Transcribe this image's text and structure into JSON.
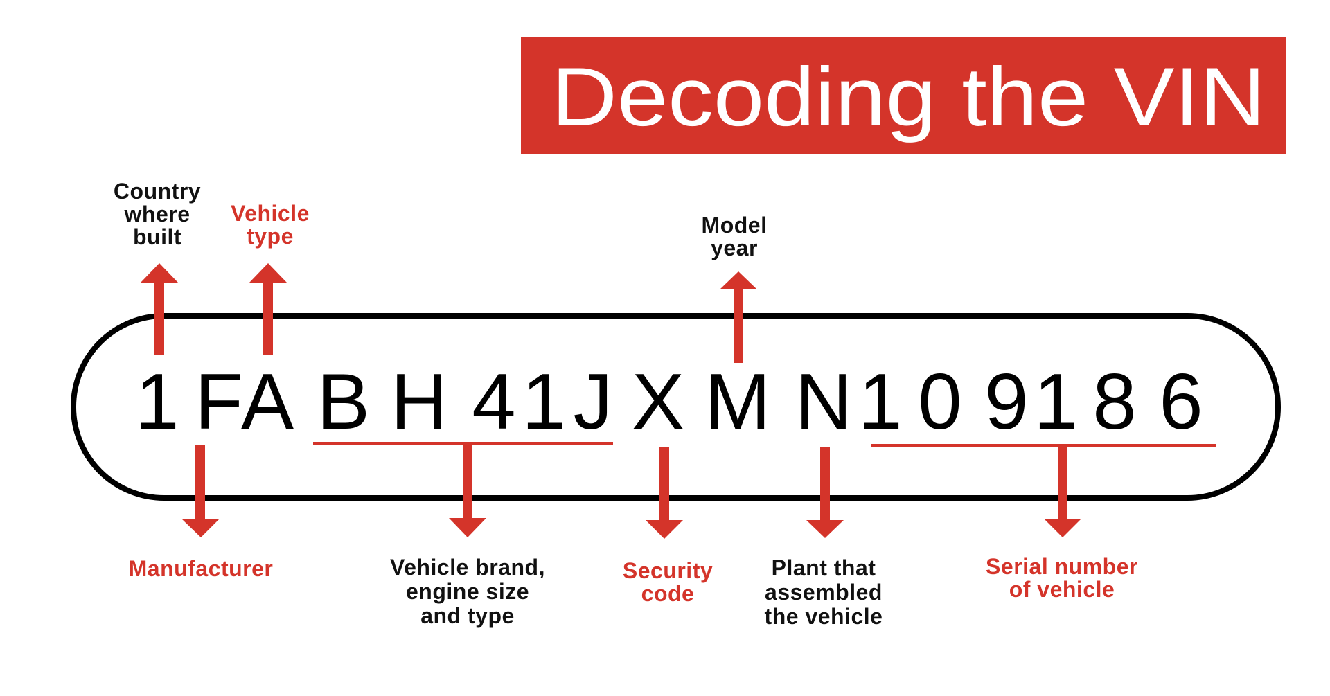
{
  "title": "Decoding the VIN",
  "vin": {
    "full": "1FABH41JXMN109186",
    "chars": [
      "1",
      "F",
      "A",
      "B",
      "H",
      "4",
      "1",
      "J",
      "X",
      "M",
      "N",
      "1",
      "0",
      "9",
      "1",
      "8",
      "6"
    ]
  },
  "labels": {
    "country": [
      "Country",
      "where",
      "built"
    ],
    "vehicle_type": [
      "Vehicle",
      "type"
    ],
    "model_year": [
      "Model",
      "year"
    ],
    "manufacturer": [
      "Manufacturer"
    ],
    "brand": [
      "Vehicle brand,",
      "engine size",
      "and type"
    ],
    "security": [
      "Security",
      "code"
    ],
    "plant": [
      "Plant that",
      "assembled",
      "the vehicle"
    ],
    "serial": [
      "Serial number",
      "of vehicle"
    ]
  },
  "colors": {
    "accent": "#D4342A",
    "text": "#111111",
    "background": "#FFFFFF"
  }
}
